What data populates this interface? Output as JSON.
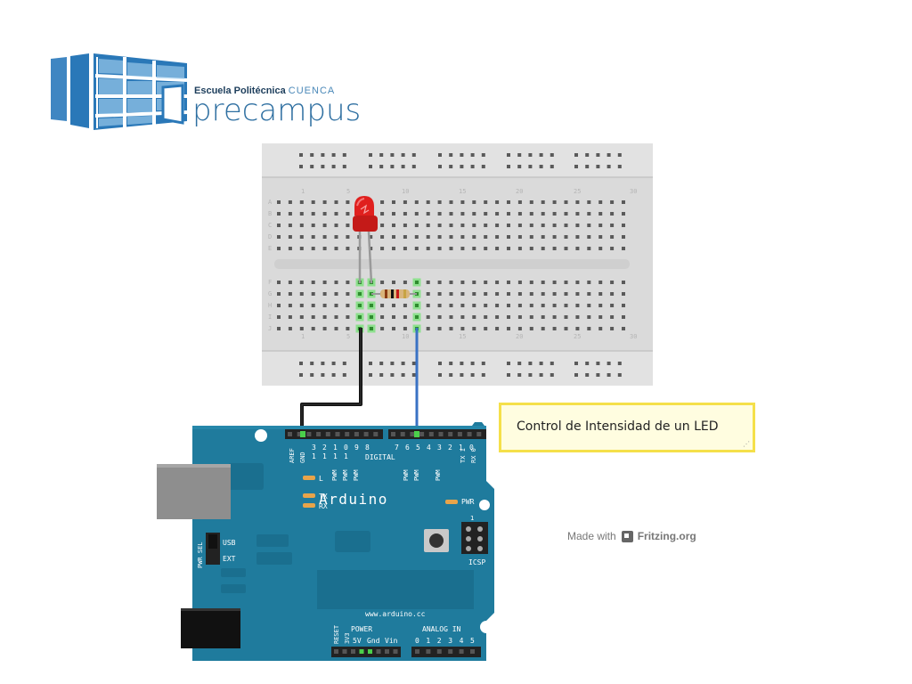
{
  "logo": {
    "line1_bold": "Escuela Politécnica",
    "line1_accent": "CUENCA",
    "wordmark": "precampus",
    "icon": "window-grid-logo-icon"
  },
  "note": {
    "text": "Control de Intensidad de un LED"
  },
  "footer": {
    "made_with": "Made with",
    "brand": "Fritzing.org",
    "icon": "fritzing-logo-icon"
  },
  "breadboard": {
    "column_numbers": [
      "1",
      "5",
      "10",
      "15",
      "20",
      "25",
      "30"
    ],
    "row_letters_top": [
      "A",
      "B",
      "C",
      "D",
      "E"
    ],
    "row_letters_bottom": [
      "F",
      "G",
      "H",
      "I",
      "J"
    ]
  },
  "arduino": {
    "brand": "Arduino",
    "url": "www.arduino.cc",
    "digital_label": "DIGITAL",
    "digital_pins": [
      "AREF",
      "GND",
      "13",
      "12",
      "11",
      "10",
      "9",
      "8",
      "7",
      "6",
      "5",
      "4",
      "3",
      "2",
      "TX 1",
      "RX 0"
    ],
    "pin_top_digits": [
      "3",
      "2",
      "1",
      "0",
      "9",
      "8",
      "7",
      "6",
      "5",
      "4",
      "3",
      "2",
      "1",
      "0"
    ],
    "pin_top_ones": [
      "1",
      "1",
      "1",
      "1"
    ],
    "pwm_label": "PWM",
    "led_l": "L",
    "led_tx": "TX",
    "led_rx": "RX",
    "pwr_label": "PWR",
    "pwr_sel": "PWR SEL",
    "usb": "USB",
    "ext": "EXT",
    "icsp": "ICSP",
    "icsp_num": "1",
    "power_label": "POWER",
    "analog_label": "ANALOG IN",
    "reset": "RESET",
    "power_pins": [
      "3V3",
      "5V",
      "Gnd",
      "Vin"
    ],
    "analog_pins": [
      "0",
      "1",
      "2",
      "3",
      "4",
      "5"
    ]
  },
  "colors": {
    "board": "#1e7a9c",
    "board_dark": "#156583",
    "breadboard": "#d9d9d9",
    "wire_black": "#1a1a1a",
    "wire_blue": "#3a72c4",
    "led": "#e0201e",
    "note_border": "#f5e04a"
  }
}
